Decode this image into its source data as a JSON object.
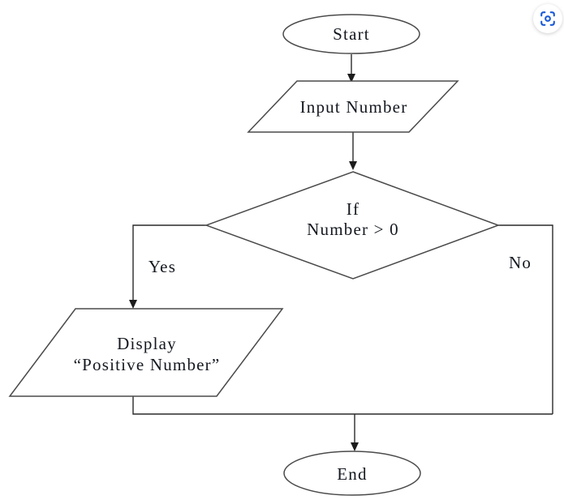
{
  "page": {
    "background_color": "#ffffff"
  },
  "overlay": {
    "visual_search_button": {
      "icon": "visual-search-icon",
      "icon_shape": "viewfinder-corners-with-center-dot",
      "icon_color": "#1a5ad6",
      "background_color": "#ffffff"
    }
  },
  "flowchart": {
    "style": {
      "shape_stroke_color": "#4a4a4a",
      "arrow_color": "#1c1c1c",
      "text_color": "#14181f"
    },
    "nodes": {
      "start": {
        "type": "terminator",
        "label": "Start"
      },
      "input": {
        "type": "input-output",
        "label": "Input Number"
      },
      "decision": {
        "type": "decision",
        "line1": "If",
        "line2": "Number > 0"
      },
      "display": {
        "type": "input-output",
        "line1": "Display",
        "line2": "“Positive Number”"
      },
      "end": {
        "type": "terminator",
        "label": "End"
      }
    },
    "branches": {
      "yes_label": "Yes",
      "no_label": "No"
    }
  }
}
